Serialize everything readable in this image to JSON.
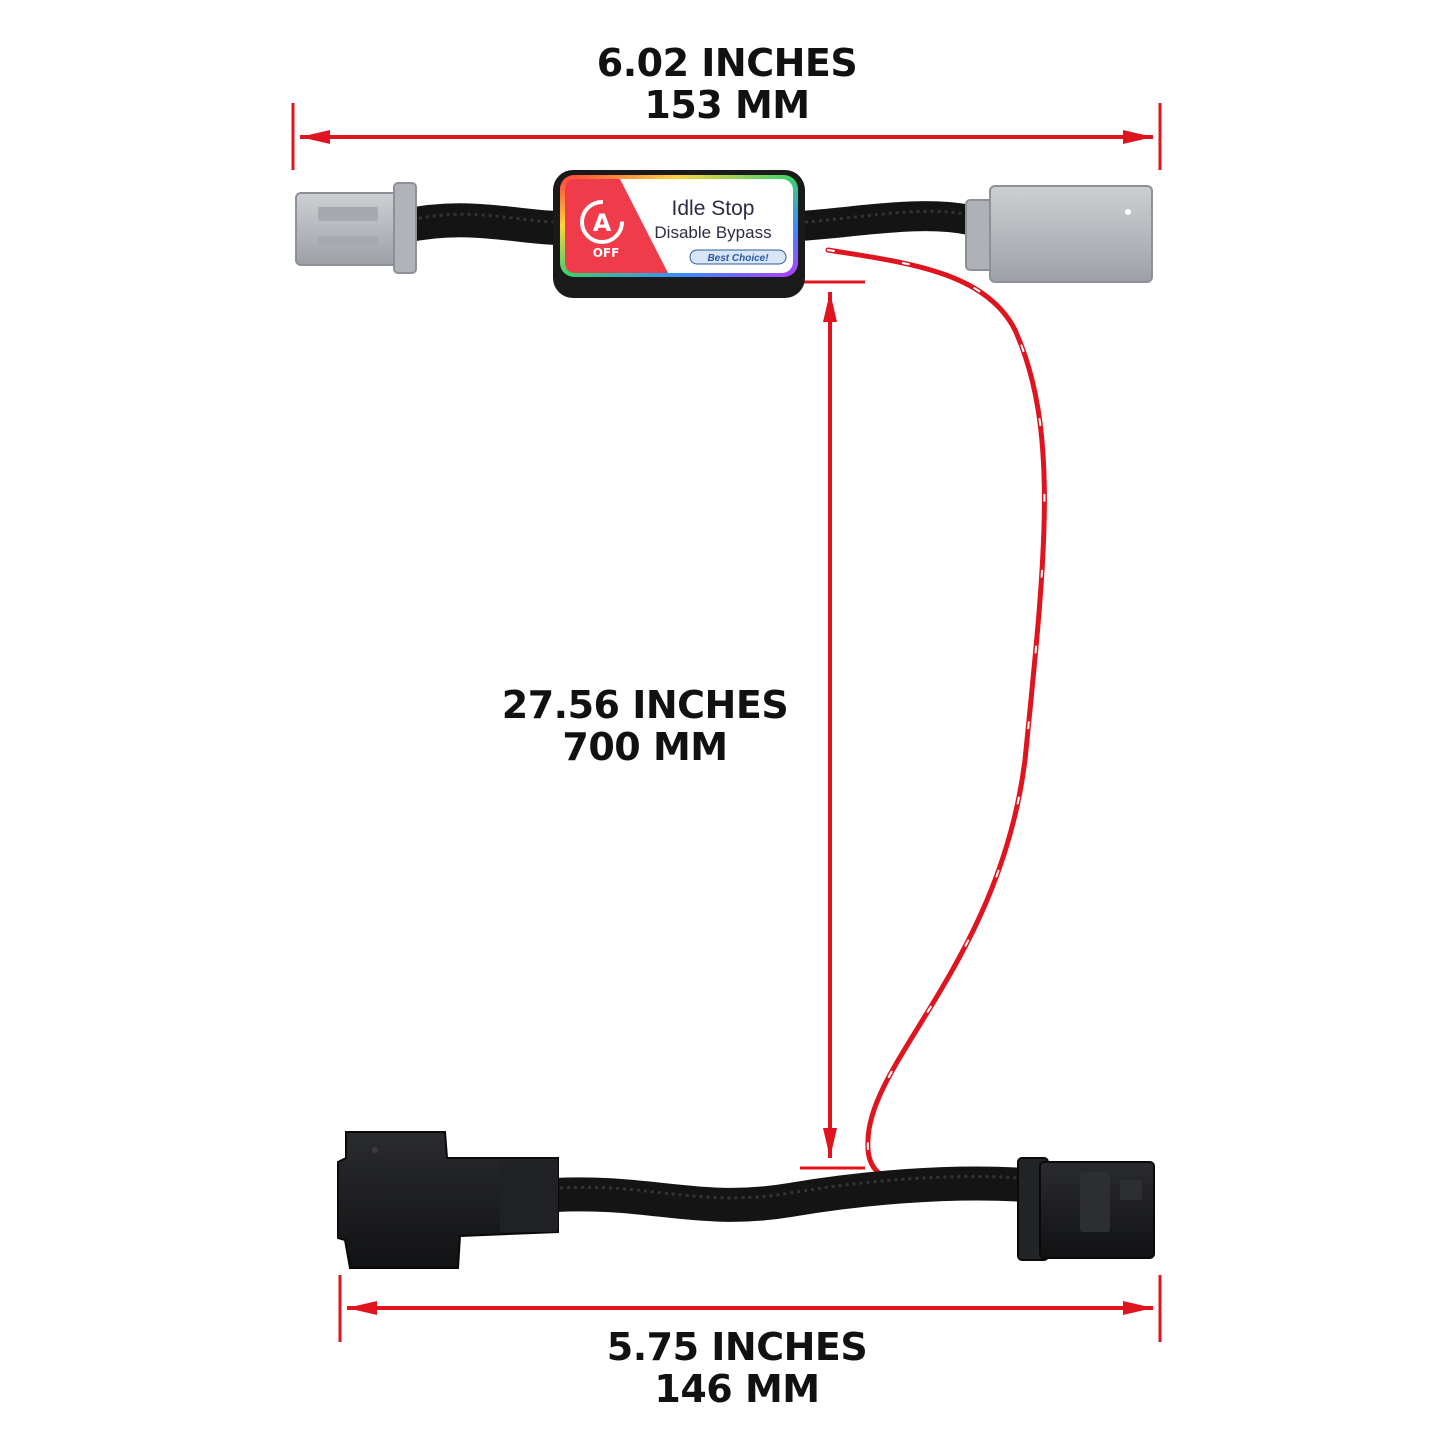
{
  "dimensions": {
    "top_width": {
      "inches": "6.02 INCHES",
      "mm": "153 MM"
    },
    "cable_length": {
      "inches": "27.56 INCHES",
      "mm": "700 MM"
    },
    "bottom_width": {
      "inches": "5.75 INCHES",
      "mm": "146 MM"
    }
  },
  "module_label": {
    "line1": "Idle Stop",
    "line2": "Disable Bypass",
    "badge": "Best Choice!",
    "icon_letter": "A",
    "icon_text": "OFF"
  },
  "colors": {
    "dimension_red": "#e0141e",
    "module_red": "#ef3b4a",
    "connector_gray": "#b8bcc0",
    "connector_black": "#1b1c1e"
  }
}
